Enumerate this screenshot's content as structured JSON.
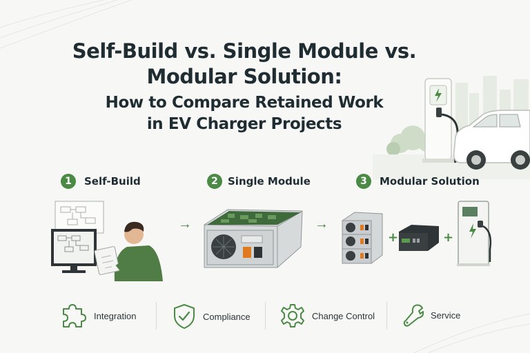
{
  "title": {
    "line1": "Self-Build vs. Single Module vs.",
    "line2": "Modular Solution:",
    "sub1": "How to Compare Retained Work",
    "sub2": "in EV Charger Projects"
  },
  "steps": [
    {
      "number": "1",
      "label": "Self-Build"
    },
    {
      "number": "2",
      "label": "Single Module"
    },
    {
      "number": "3",
      "label": "Modular Solution"
    }
  ],
  "factors": [
    {
      "label": "Integration",
      "icon": "puzzle-icon"
    },
    {
      "label": "Compliance",
      "icon": "shield-check-icon"
    },
    {
      "label": "Change Control",
      "icon": "gear-icon"
    },
    {
      "label": "Service",
      "icon": "wrench-icon"
    }
  ],
  "colors": {
    "accent": "#4a8a45",
    "text": "#1f2d33",
    "background": "#f7f8f5"
  }
}
